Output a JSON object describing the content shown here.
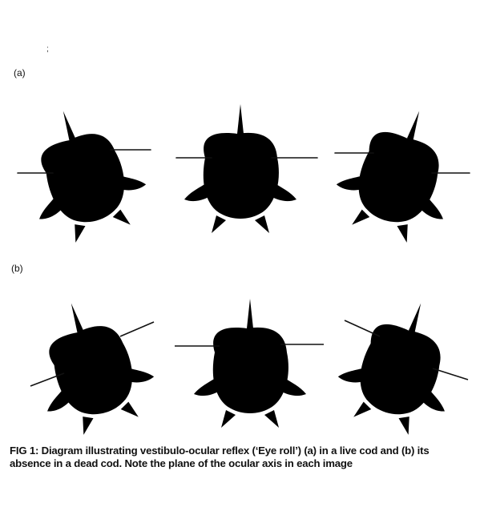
{
  "figure": {
    "panel_labels": {
      "a": "(a)",
      "b": "(b)"
    },
    "caption": "FIG 1: Diagram illustrating vestibulo-ocular reflex (‘Eye roll’) (a) in a live cod and (b) its absence in a dead cod. Note the plane of the ocular axis in each image"
  }
}
